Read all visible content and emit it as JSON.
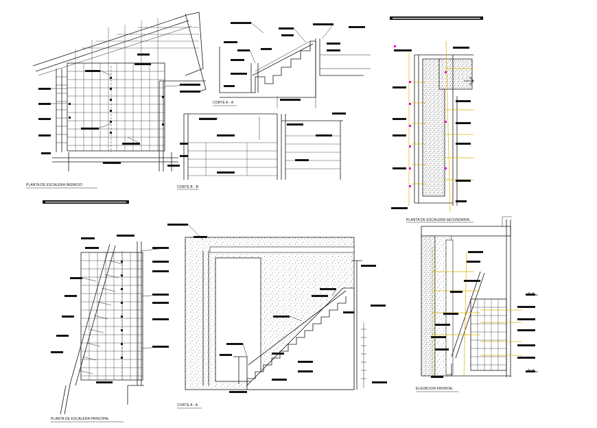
{
  "drawing_titles": {
    "plan_entry": "PLANTA DE ESCALERA INGRESO",
    "section_aa_top": "CORTE A - A",
    "section_bb": "CORTE B - B",
    "plan_secondary": "PLANTA DE ESCALERA SECUNDARIA",
    "plan_main": "PLANTA DE ESCALERA PRINCIPAL",
    "section_aa_bottom": "CORTE A - A",
    "front_elevation": "ELEVACION FRONTAL"
  },
  "colors": {
    "linework": "#111111",
    "annotation_leader": "#d9b300",
    "marker": "#e000e0",
    "paper": "#ffffff"
  }
}
